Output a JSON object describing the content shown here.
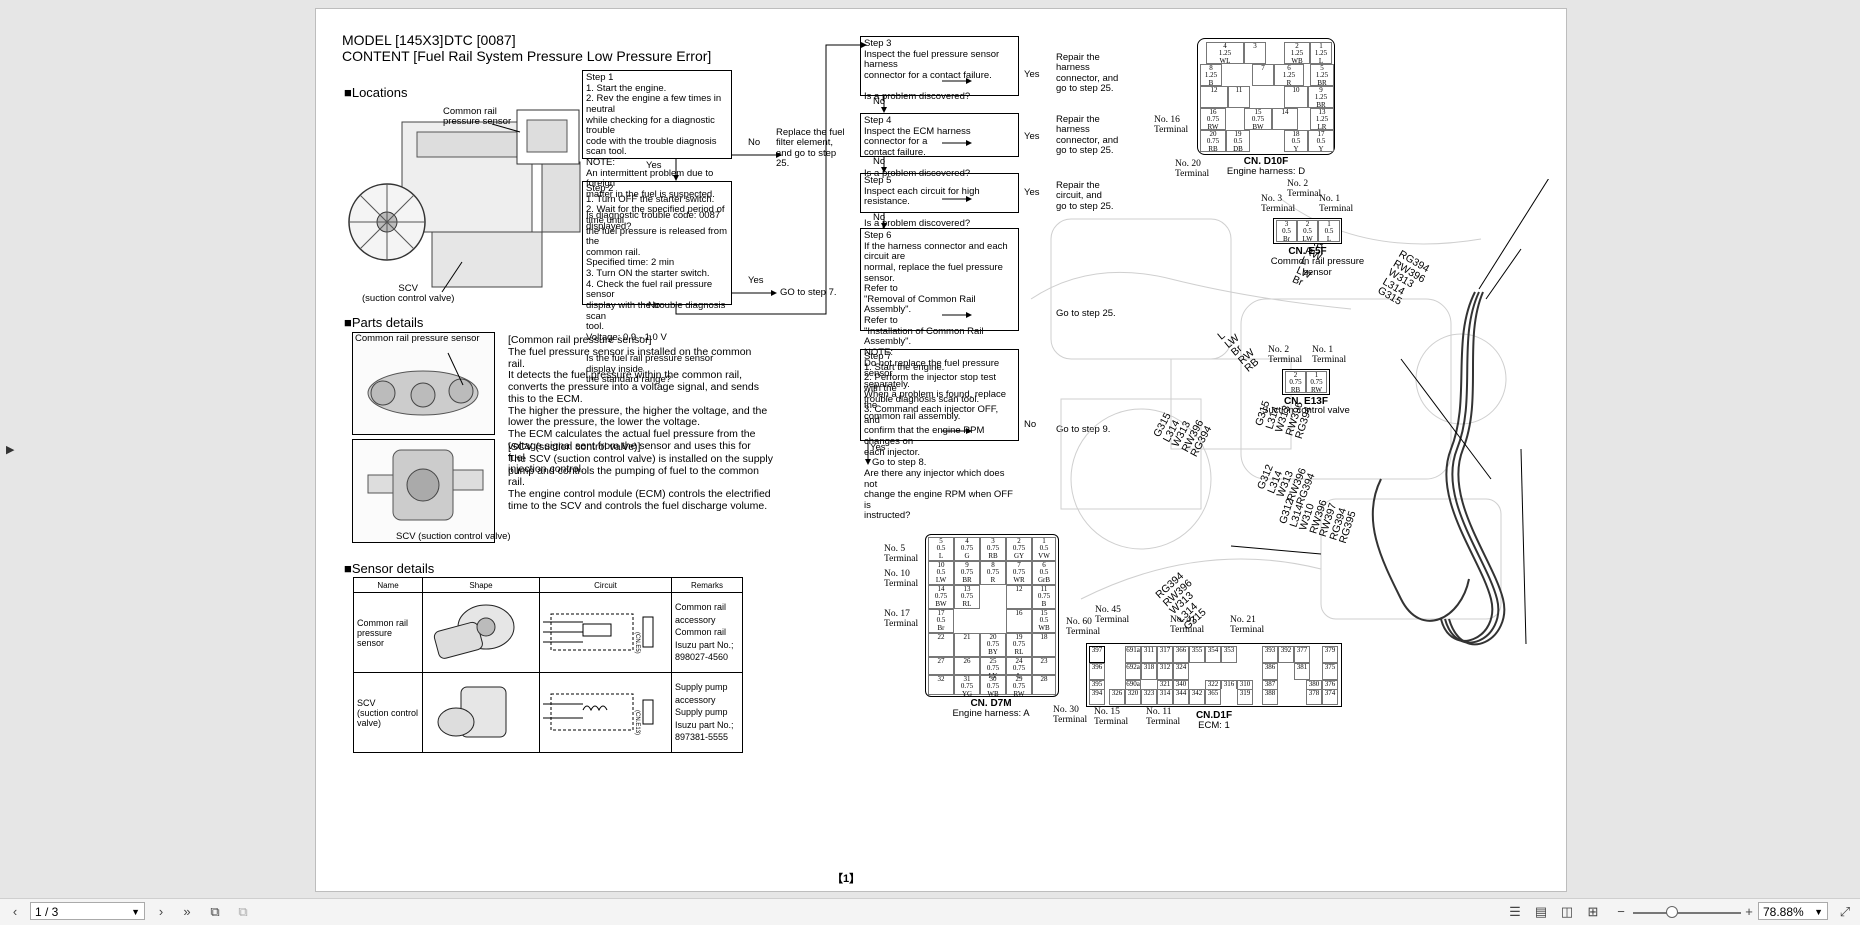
{
  "header": {
    "model": "MODEL [145X3]",
    "dtc": "DTC [0087]",
    "content": "CONTENT [Fuel Rail System Pressure Low Pressure Error]"
  },
  "sections": {
    "locations": "■Locations",
    "parts": "■Parts details",
    "sensors": "■Sensor details"
  },
  "location_labels": {
    "rail_sensor": "Common rail\npressure sensor",
    "scv": "SCV\n(suction control valve)"
  },
  "parts": {
    "img1_caption": "Common rail pressure sensor",
    "img2_caption": "SCV (suction control valve)",
    "p1": "[Common rail pressure sensor]\nThe fuel pressure sensor is installed on the common rail.\nIt detects the fuel pressure within the common rail,\nconverts the pressure into a voltage signal, and sends\nthis to the ECM.\nThe higher the pressure, the higher the voltage, and the\nlower the pressure, the lower the voltage.\nThe ECM calculates the actual fuel pressure from the\nvoltage signal sent from the sensor and uses this for fuel\ninjection control.",
    "p2": "[SCV (suction control valve)]\nThe SCV (suction control valve) is installed on the supply\npump and controls the pumping of fuel to the common rail.\nThe engine control module (ECM) controls the electrified\ntime to the SCV and controls the fuel discharge volume."
  },
  "sensor_table": {
    "headers": [
      "Name",
      "Shape",
      "Circuit",
      "Remarks"
    ],
    "rows": [
      {
        "name": "Common rail\npressure sensor",
        "remarks": "Common rail accessory\nCommon rail Isuzu part No.;\n898027-4560",
        "cn": "(CN.E5)"
      },
      {
        "name": "SCV\n(suction control\nvalve)",
        "remarks": "Supply pump accessory\nSupply pump Isuzu part No.;\n897381-5555",
        "cn": "(CN.E13)"
      }
    ]
  },
  "steps": {
    "s1": "Step 1\n1. Start the engine.\n2. Rev the engine a few times in neutral\n    while checking for a diagnostic trouble\n    code with the trouble diagnosis scan tool.\n    NOTE:\n    An intermittent problem due to foreign\n    matter in the fuel is suspected.\n\nIs diagnostic trouble code: 0087 displayed?",
    "s2": "Step 2\n1. Turn OFF the starter switch.\n2. Wait for the specified period of time until\n    the fuel pressure is released from the\n    common rail.\n    Specified time: 2 min\n3. Turn ON the starter switch.\n4. Check the fuel rail pressure sensor\n    display with the trouble diagnosis scan\n    tool.\n    Voltage: 0.9 - 1.0 V\n\nIs the fuel rail pressure sensor display inside\nthe standard range?",
    "s3": "Step 3\nInspect the fuel pressure sensor harness\nconnector for a contact failure.\n\nIs a problem discovered?",
    "s4": "Step 4\nInspect the ECM harness connector for a\ncontact failure.\n\nIs a problem discovered?",
    "s5": "Step 5\nInspect each circuit for high resistance.\n\nIs a problem discovered?",
    "s6": "Step 6\nIf the harness connector and each circuit are\nnormal, replace the fuel pressure sensor.\nRefer to\n\"Removal of Common Rail Assembly\".\nRefer to\n\"Installation of Common Rail Assembly\".\nNOTE:\nDo not replace the fuel pressure sensor\nseparately.\nWhen a problem is found, replace the\ncommon rail assembly.",
    "s7": "Step 7\n1. Start the engine.\n2. Perform the injector stop test with the\n    trouble diagnosis scan tool.\n3. Command each injector OFF, and\n    confirm that the engine RPM changes on\n    each injector.\n\nAre there any injector which does not\nchange the engine RPM when OFF is\ninstructed?"
  },
  "flow_labels": {
    "yes": "Yes",
    "no": "No",
    "replace_filter": "Replace the fuel\nfilter element,\nand go to step\n25.",
    "goto7": "GO to step 7.",
    "repair_harness": "Repair the\nharness\nconnector, and\ngo to step 25.",
    "repair_circuit": "Repair the\ncircuit, and\ngo to step 25.",
    "goto25": "Go to step 25.",
    "goto9": "Go to step 9.",
    "goto8": "Go to step 8."
  },
  "connectors": {
    "d10f_title": "CN. D10F",
    "d10f_sub": "Engine harness: D",
    "e5f_title": "CN. E5F",
    "e5f_sub": "Common rail\npressure sensor",
    "e13f_title": "CN. E13F",
    "e13f_sub": "Suction control valve",
    "d7m_title": "CN. D7M",
    "d7m_sub": "Engine harness: A",
    "d1f_title": "CN.D1F",
    "d1f_sub": "ECM: 1"
  },
  "terminals": {
    "t16": "No. 16\nTerminal",
    "t20": "No. 20\nTerminal",
    "e5_3": "No. 3\nTerminal",
    "e5_2": "No. 2\nTerminal",
    "e5_1": "No. 1\nTerminal",
    "e13_2": "No. 2\nTerminal",
    "e13_1": "No. 1\nTerminal",
    "d7_5": "No. 5\nTerminal",
    "d7_10": "No. 10\nTerminal",
    "d7_17": "No. 17\nTerminal",
    "d1_60": "No. 60\nTerminal",
    "d1_45": "No. 45\nTerminal",
    "d1_41": "No. 41\nTerminal",
    "d1_21": "No. 21\nTerminal",
    "d1_30": "No. 30\nTerminal",
    "d1_15": "No. 15\nTerminal",
    "d1_11": "No. 11\nTerminal"
  },
  "wire_groups": {
    "g1": "RB\nRW\nL\nLW\nBr",
    "g2": "RG394\nRW396\nW313\nL314\nG315",
    "g3": "L\nLW\nBr\nRW\nRB",
    "g4": "G315\nL314\nW313\nRW396\nRG394",
    "g5": "G315\nL314\nW313\nRW396\nRG394",
    "g6": "G312\nL314\nW313\nRW396\nRG394",
    "g7": "G312\nL314\nW310\nRW396\nRW397\nRG394\nRG395",
    "g8": "RG394\nRW396\nW313\nL314\nG315"
  },
  "page_number": "【1】",
  "toolbar": {
    "page_value": "1 / 3",
    "zoom_value": "78.88%"
  }
}
